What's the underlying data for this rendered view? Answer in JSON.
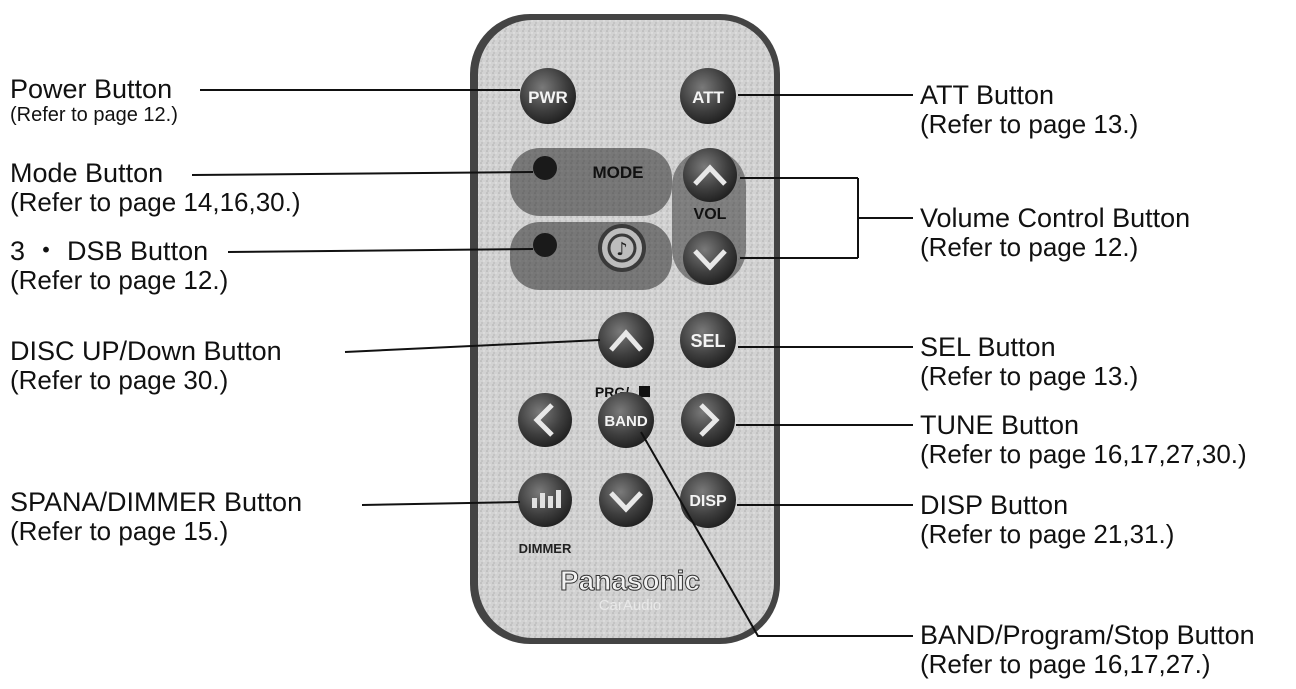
{
  "callouts_left": [
    {
      "id": "power",
      "name": "Power Button",
      "ref": "(Refer to page 12.)"
    },
    {
      "id": "mode",
      "name": "Mode Button",
      "ref": "(Refer to page 14,16,30.)"
    },
    {
      "id": "dsb",
      "name": "3 ・ DSB Button",
      "ref": "(Refer to page 12.)"
    },
    {
      "id": "disc",
      "name": "DISC UP/Down Button",
      "ref": "(Refer to page 30.)"
    },
    {
      "id": "spana",
      "name": "SPANA/DIMMER Button",
      "ref": "(Refer to page 15.)"
    }
  ],
  "callouts_right": [
    {
      "id": "att",
      "name": "ATT Button",
      "ref": "(Refer to page 13.)"
    },
    {
      "id": "volume",
      "name": "Volume Control Button",
      "ref": "(Refer to page 12.)"
    },
    {
      "id": "sel",
      "name": "SEL Button",
      "ref": "(Refer to page 13.)"
    },
    {
      "id": "tune",
      "name": "TUNE Button",
      "ref": "(Refer to page 16,17,27,30.)"
    },
    {
      "id": "disp",
      "name": "DISP Button",
      "ref": "(Refer to page 21,31.)"
    },
    {
      "id": "band",
      "name": "BAND/Program/Stop Button",
      "ref": "(Refer to page 16,17,27.)"
    }
  ],
  "remote": {
    "pwr": "PWR",
    "att": "ATT",
    "mode": "MODE",
    "vol": "VOL",
    "sel": "SEL",
    "prg": "PRG/",
    "band": "BAND",
    "disp": "DISP",
    "dimmer": "DIMMER",
    "brand": "Panasonic",
    "sub_brand": "CarAudio"
  }
}
